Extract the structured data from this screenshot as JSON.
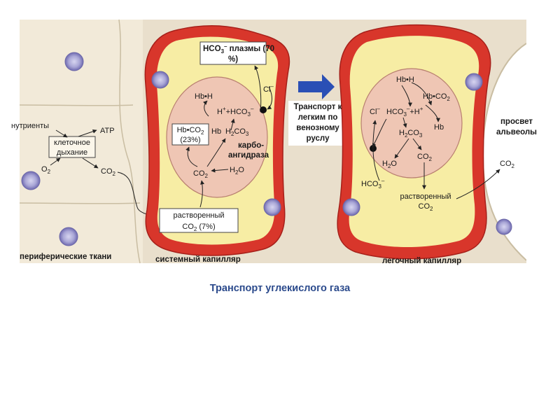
{
  "caption": "Транспорт углекислого газа",
  "tissue": {
    "nutrients": "нутриенты",
    "cell_resp_line1": "клеточное",
    "cell_resp_line2": "дыхание",
    "atp": "ATP",
    "o2": "O",
    "o2_sub": "2",
    "co2": "CO",
    "co2_sub": "2",
    "label": "периферические ткани"
  },
  "systemic": {
    "plasma_bicarb": "HCO",
    "plasma_bicarb_sup": "3",
    "plasma_bicarb_charge": "–",
    "plasma_rest": " плазмы (70",
    "plasma_line2": "%)",
    "cl": "Cl",
    "cl_charge": "–",
    "hbh": "Hb•H",
    "h_plus": "H",
    "plus_sign": "+",
    "hco3_part": "+HCO",
    "hco3_sub": "3",
    "hco3_charge": "–",
    "hbco2": "Hb•CO",
    "hbco2_sub": "2",
    "hbco2_pct": "(23%)",
    "hb": "Hb",
    "h2co3_h": "H",
    "h2co3_sub": "2",
    "h2co3_rest": "CO",
    "h2co3_sub2": "3",
    "carbo_line1": "карбо-",
    "carbo_line2": "ангидраза",
    "co2": "CO",
    "co2_sub": "2",
    "h2o_h": "H",
    "h2o_sub": "2",
    "h2o_o": "O",
    "dissolved_line1": "растворенный",
    "dissolved_line2": "CO",
    "dissolved_sub": "2",
    "dissolved_pct": " (7%)",
    "label": "системный капилляр"
  },
  "transport": {
    "line1": "Транспорт к",
    "line2": "легким по",
    "line3": "венозному",
    "line4": "руслу"
  },
  "pulmonary": {
    "hbh": "Hb•H",
    "hbco2": "Hb•CO",
    "hbco2_sub": "2",
    "cl": "Cl",
    "cl_charge": "–",
    "hco3": "HCO",
    "hco3_sub": "3",
    "hco3_charge": "–",
    "hplus": "+H",
    "hplus_charge": "+",
    "hb": "Hb",
    "h2co3_h": "H",
    "h2co3_sub": "2",
    "h2co3_rest": "CO",
    "h2co3_sub2": "3",
    "h2o_h": "H",
    "h2o_sub": "2",
    "h2o_o": "O",
    "co2": "CO",
    "co2_sub": "2",
    "hco3b": "HCO",
    "hco3b_sub": "3",
    "hco3b_charge": "–",
    "dissolved_line1": "растворенный",
    "dissolved_line2": "CO",
    "dissolved_sub": "2",
    "label": "легочный капилляр"
  },
  "alveolus": {
    "line1": "просвет",
    "line2": "альвеолы",
    "co2": "CO",
    "co2_sub": "2"
  },
  "colors": {
    "panel_bg": "#e9dfcc",
    "capillary_wall": "#d8362b",
    "wall_dark": "#a6201a",
    "plasma": "#f7eda4",
    "rbc": "#efc6b4",
    "rbc_edge": "#b87f70",
    "nucleus": "#a9a6d6",
    "arrow_blue": "#2a4fb5",
    "caption": "#2b4a8c"
  }
}
